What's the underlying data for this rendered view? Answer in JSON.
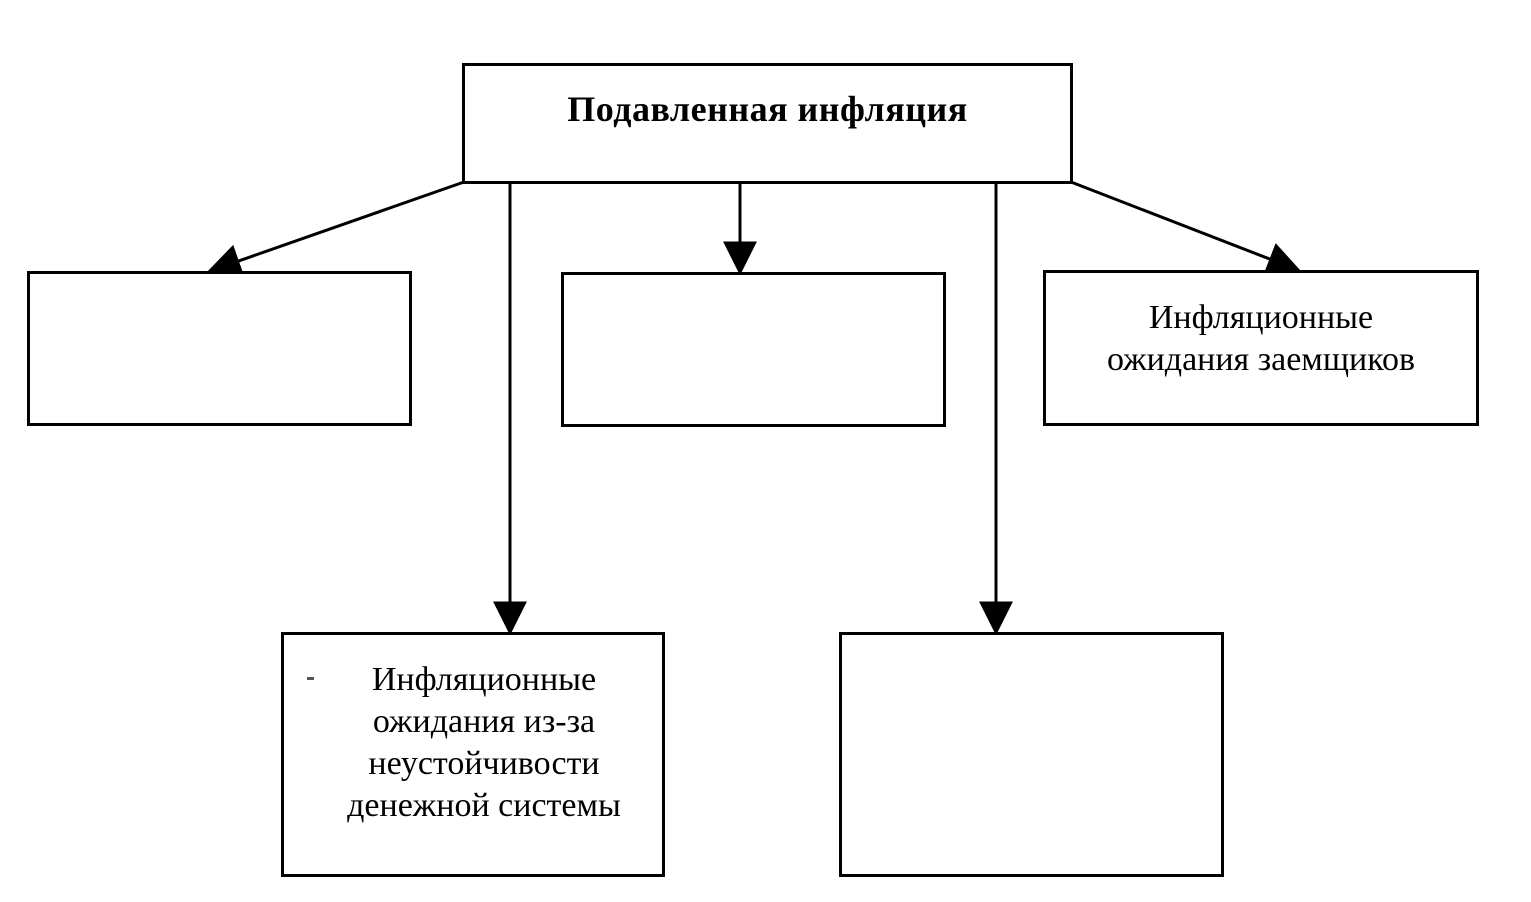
{
  "diagram": {
    "root": {
      "label": "Подавленная инфляция"
    },
    "nodes": [
      {
        "id": "left",
        "label": ""
      },
      {
        "id": "middle",
        "label": ""
      },
      {
        "id": "right",
        "label": "Инфляционные\nожидания заемщиков"
      },
      {
        "id": "bottom-left",
        "label": "Инфляционные\nожидания из-за\nнеустойчивости\nденежной системы"
      },
      {
        "id": "bottom-right",
        "label": ""
      }
    ],
    "edges": [
      {
        "from": "root",
        "to": "left"
      },
      {
        "from": "root",
        "to": "middle"
      },
      {
        "from": "root",
        "to": "right"
      },
      {
        "from": "root",
        "to": "bottom-left"
      },
      {
        "from": "root",
        "to": "bottom-right"
      }
    ],
    "colors": {
      "stroke": "#000000",
      "background": "#ffffff"
    }
  }
}
